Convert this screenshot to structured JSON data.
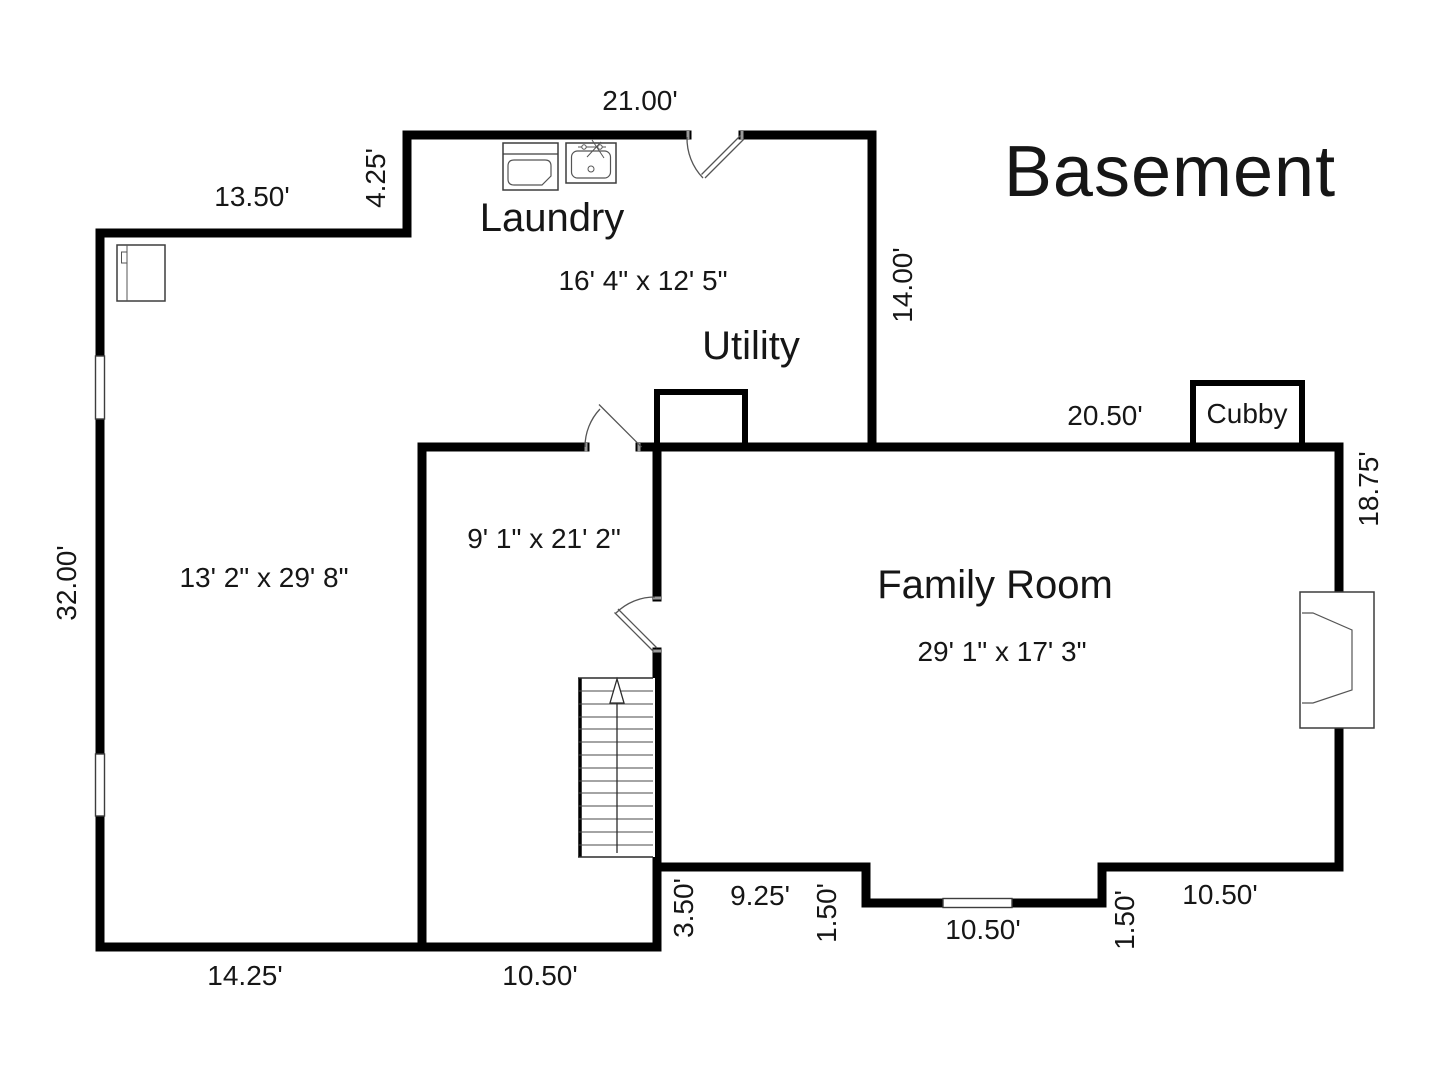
{
  "title": "Basement",
  "rooms": {
    "laundry": {
      "name": "Laundry",
      "size": "16' 4\" x 12' 5\""
    },
    "utility": {
      "name": "Utility"
    },
    "family_room": {
      "name": "Family Room",
      "size": "29' 1\" x 17' 3\""
    },
    "cubby": {
      "name": "Cubby"
    },
    "left_room": {
      "size": "13' 2\" x 29' 8\""
    },
    "stair_room": {
      "size": "9' 1\" x 21' 2\""
    }
  },
  "dimensions": {
    "laundry_top": "21.00'",
    "upper_left": "13.50'",
    "left_jog": "4.25'",
    "laundry_right": "14.00'",
    "family_top": "20.50'",
    "family_right": "18.75'",
    "left_side": "32.00'",
    "family_step_left": "3.50'",
    "family_bottom_left": "9.25'",
    "step_left": "1.50'",
    "bay_bottom": "10.50'",
    "step_right": "1.50'",
    "family_bottom_right": "10.50'",
    "left_room_bottom": "14.25'",
    "stair_room_bottom": "10.50'"
  },
  "icons": {
    "washer": "washer-icon",
    "sink": "sink-icon",
    "freezer": "freezer-icon",
    "fireplace": "fireplace-icon",
    "stairs": "stairs-up-arrow-icon",
    "door": "door-swing-icon",
    "window": "window-icon"
  },
  "colors": {
    "wall": "#000000",
    "background": "#ffffff",
    "text": "#161616"
  }
}
